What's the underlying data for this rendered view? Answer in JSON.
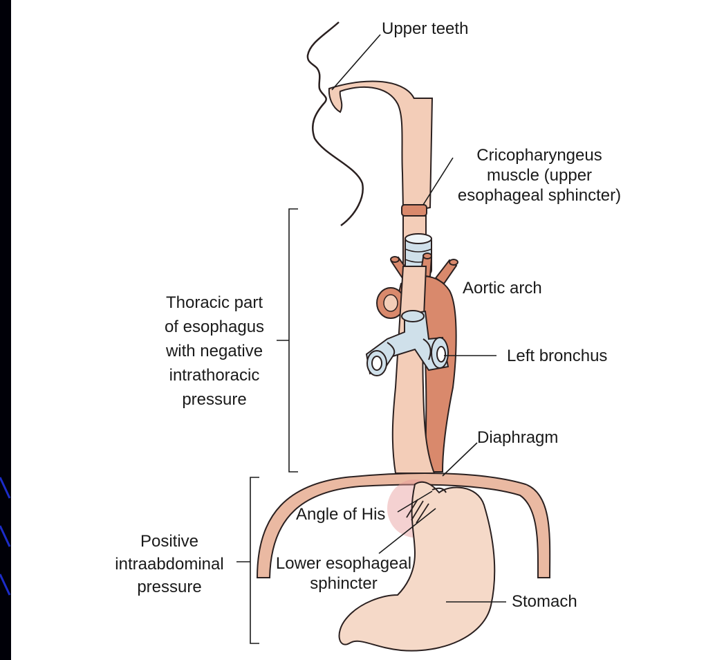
{
  "diagram": {
    "labels": {
      "upper_teeth": "Upper teeth",
      "cricopharyngeus": [
        "Cricopharyngeus",
        "muscle (upper",
        "esophageal sphincter)"
      ],
      "aortic_arch": "Aortic arch",
      "left_bronchus": "Left bronchus",
      "thoracic": [
        "Thoracic part",
        "of esophagus",
        "with negative",
        "intrathoracic",
        "pressure"
      ],
      "diaphragm": "Diaphragm",
      "angle_of_his": "Angle of His",
      "lower_sphincter": [
        "Lower esophageal",
        "sphincter"
      ],
      "positive": [
        "Positive",
        "intraabdominal",
        "pressure"
      ],
      "stomach": "Stomach"
    },
    "colors": {
      "esophagus": "#f3cdb8",
      "aorta": "#d9896c",
      "bronchus": "#cfe0ea",
      "stomach": "#f5d9c8",
      "diaphragm": "#eab9a2",
      "outline": "#2a2020",
      "background_edge": "#000008"
    }
  }
}
